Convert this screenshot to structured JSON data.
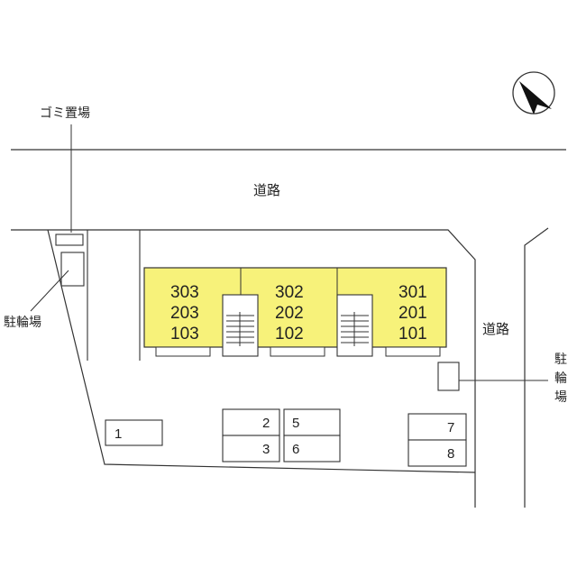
{
  "labels": {
    "garbage": "ゴミ置場",
    "road_top": "道路",
    "road_right": "道路",
    "bike_left": "駐輪場",
    "bike_right": [
      "駐",
      "輪",
      "場"
    ]
  },
  "units": {
    "block_a": [
      "303",
      "203",
      "103"
    ],
    "block_b": [
      "302",
      "202",
      "102"
    ],
    "block_c": [
      "301",
      "201",
      "101"
    ]
  },
  "parking": [
    "1",
    "2",
    "3",
    "5",
    "6",
    "7",
    "8"
  ],
  "icons": {
    "compass": "north-arrow-icon"
  },
  "colors": {
    "building": "#f7f27a",
    "line": "#333333"
  }
}
